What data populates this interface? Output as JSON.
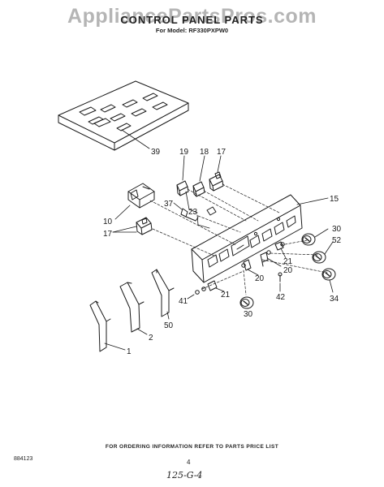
{
  "watermark": "AppliancePartsPros.com",
  "title": "CONTROL PANEL PARTS",
  "subtitle": "For Model: RF330PXPW0",
  "callouts": [
    {
      "id": "39",
      "label": "39"
    },
    {
      "id": "19",
      "label": "19"
    },
    {
      "id": "18",
      "label": "18"
    },
    {
      "id": "17a",
      "label": "17"
    },
    {
      "id": "15",
      "label": "15"
    },
    {
      "id": "37",
      "label": "37"
    },
    {
      "id": "23",
      "label": "23"
    },
    {
      "id": "10",
      "label": "10"
    },
    {
      "id": "17b",
      "label": "17"
    },
    {
      "id": "30a",
      "label": "30"
    },
    {
      "id": "52",
      "label": "52"
    },
    {
      "id": "21a",
      "label": "21"
    },
    {
      "id": "20a",
      "label": "20"
    },
    {
      "id": "20b",
      "label": "20"
    },
    {
      "id": "34",
      "label": "34"
    },
    {
      "id": "42",
      "label": "42"
    },
    {
      "id": "21b",
      "label": "21"
    },
    {
      "id": "41",
      "label": "41"
    },
    {
      "id": "30b",
      "label": "30"
    },
    {
      "id": "50",
      "label": "50"
    },
    {
      "id": "2",
      "label": "2"
    },
    {
      "id": "1",
      "label": "1"
    }
  ],
  "footer": {
    "note": "FOR ORDERING INFORMATION REFER TO PARTS PRICE LIST",
    "doc_number": "884123",
    "page_number": "4",
    "handwritten": "125-G-4"
  }
}
